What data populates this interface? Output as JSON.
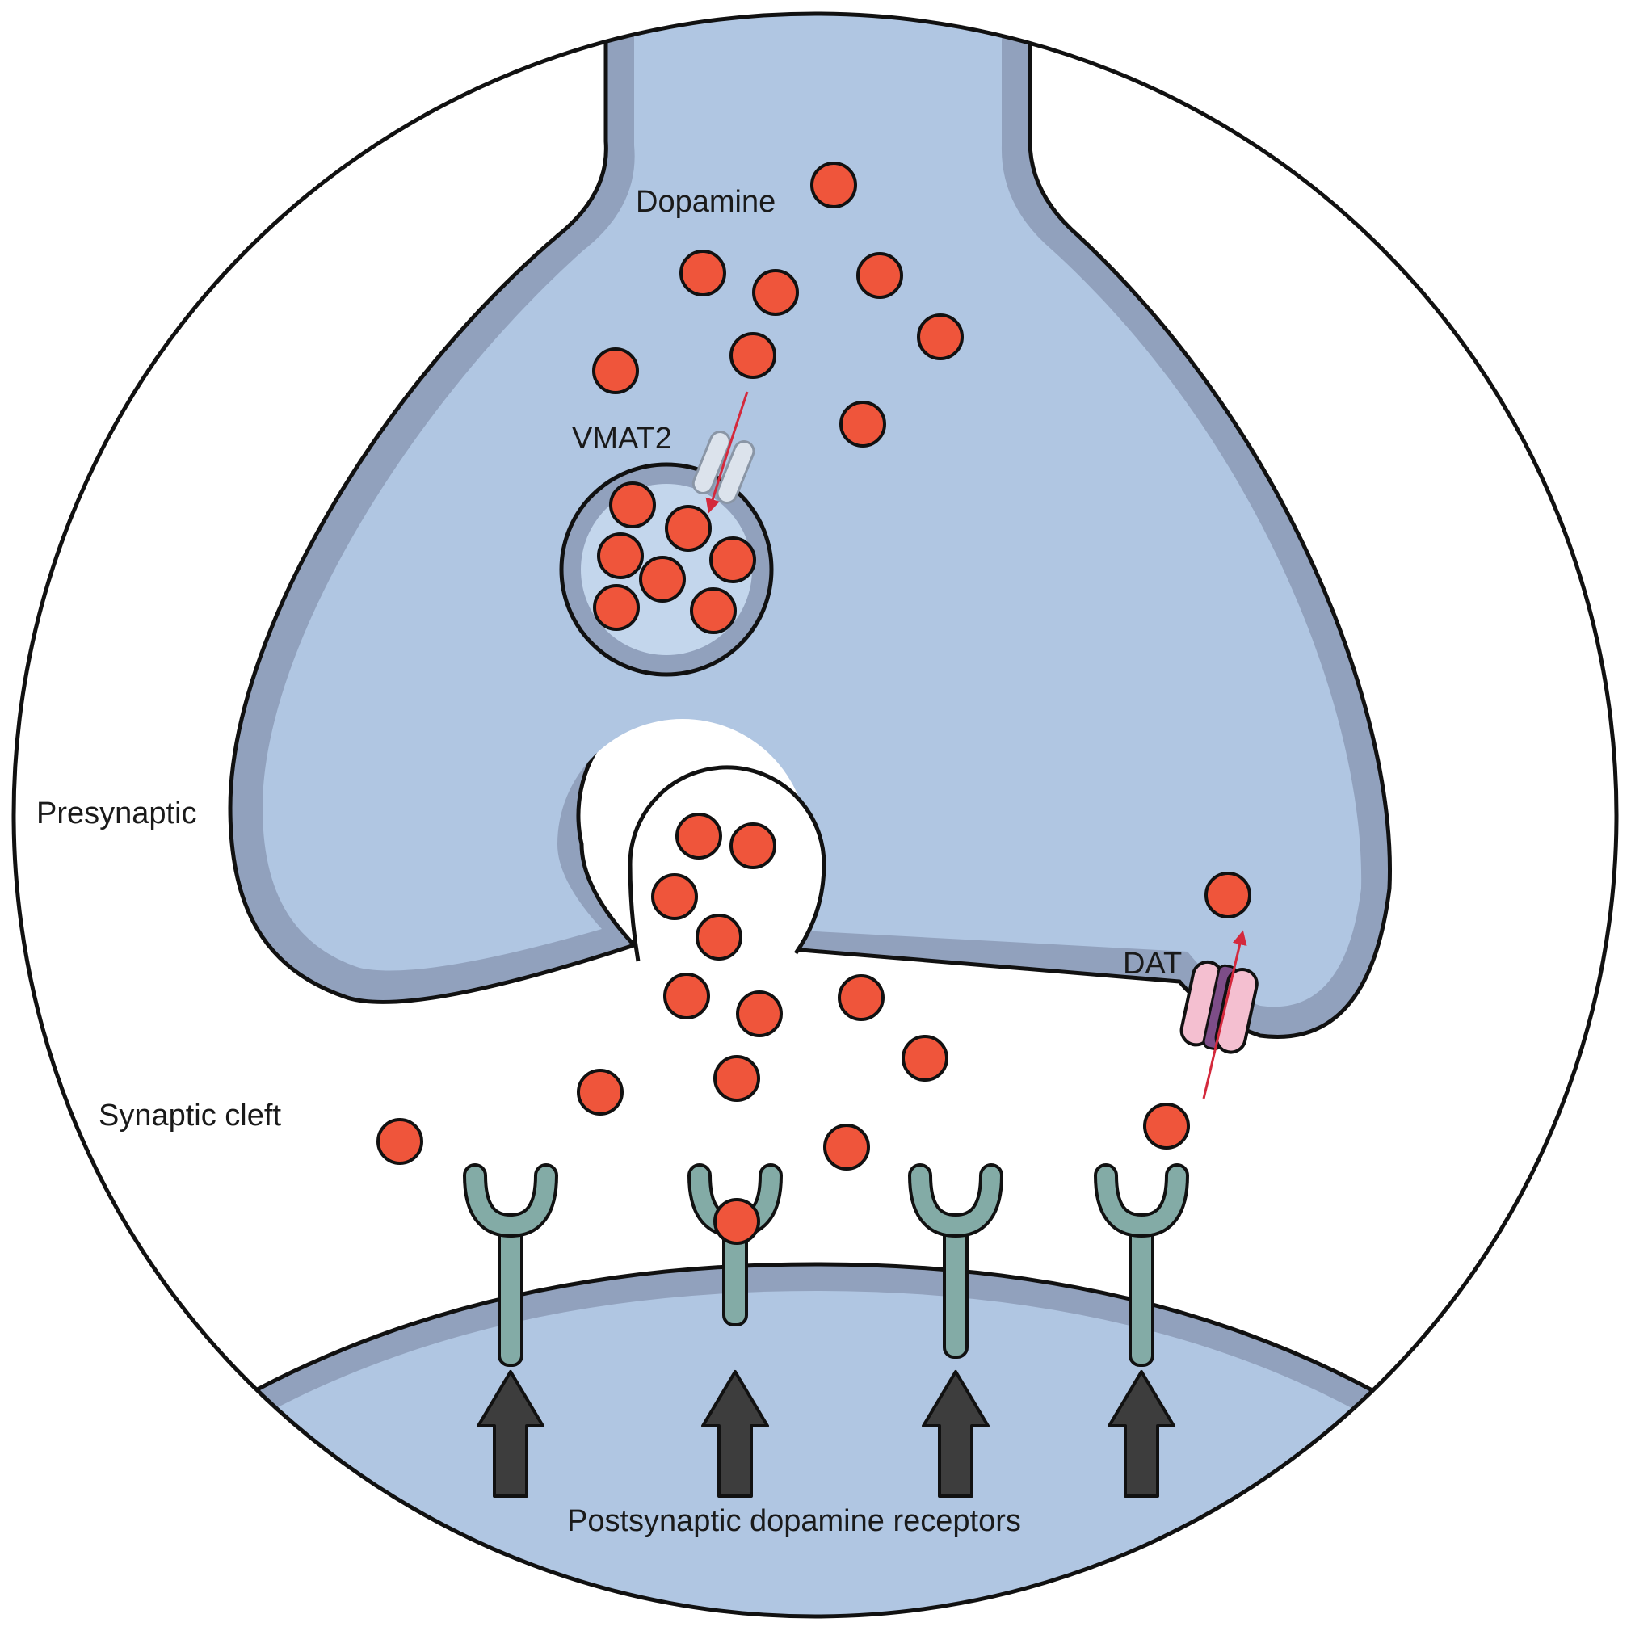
{
  "labels": {
    "dopamine": "Dopamine",
    "vmat2": "VMAT2",
    "presynaptic": "Presynaptic",
    "dat": "DAT",
    "synaptic_cleft": "Synaptic cleft",
    "postsynaptic_receptors": "Postsynaptic dopamine receptors"
  },
  "colors": {
    "cytoplasm": "#b0c6e2",
    "membrane": "#91a1bd",
    "vesicle_interior": "#c3d6ec",
    "dopamine": "#ef553b",
    "receptor": "#83aba6",
    "dat_transporter": "#f4bfd0",
    "dat_core": "#7d4d88",
    "vmat2_transporter": "#dce3ec",
    "transport_arrow": "#d4293c",
    "signal_arrow": "#3d3d3d",
    "outline": "#111111"
  },
  "icons": {
    "dopamine_molecule": "circle",
    "receptor": "y-shaped-receptor",
    "signal": "up-arrow"
  }
}
